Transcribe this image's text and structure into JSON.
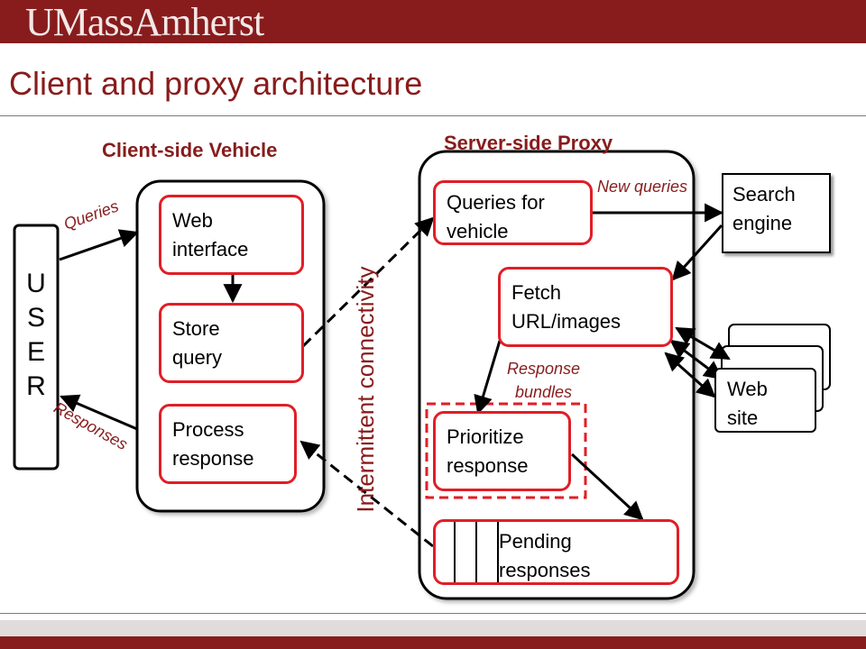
{
  "header": {
    "logo_text": "UMassAmherst"
  },
  "slide": {
    "title": "Client and proxy architecture"
  },
  "client": {
    "title": "Client-side Vehicle",
    "web_interface": "Web\ninterface",
    "store_query": "Store\nquery",
    "process_response": "Process\nresponse"
  },
  "user": {
    "label": "U\nS\nE\nR"
  },
  "arrows": {
    "queries": "Queries",
    "responses": "Responses",
    "new_queries": "New queries",
    "response_bundles": "Response\nbundles"
  },
  "intermittent": "Intermittent\nconnectivity",
  "proxy": {
    "title": "Server-side Proxy",
    "queries_for_vehicle": "Queries for\nvehicle",
    "fetch": "Fetch\nURL/images",
    "prioritize": "Prioritize\nresponse",
    "pending": "Pending\nresponses"
  },
  "external": {
    "search_engine": "Search\nengine",
    "web_site": "Web\nsite"
  },
  "colors": {
    "brand": "#881c1c",
    "box_border": "#e01e26"
  }
}
